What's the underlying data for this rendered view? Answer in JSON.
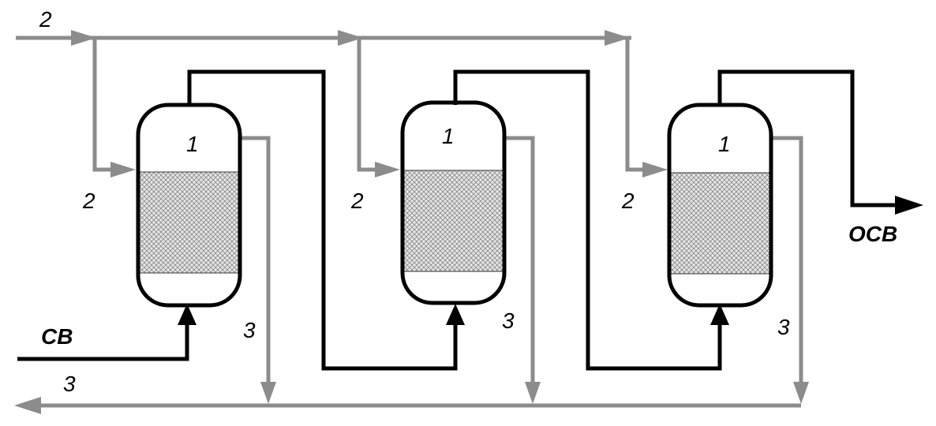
{
  "diagram": {
    "labels": {
      "vessel": "1",
      "stream_in": "2",
      "stream_out": "3",
      "feed": "СВ",
      "product": "ОСВ"
    },
    "colors": {
      "process_line": "#000000",
      "utility_line": "#8c8c8c",
      "packing_fill": "#cfcfcf"
    }
  }
}
